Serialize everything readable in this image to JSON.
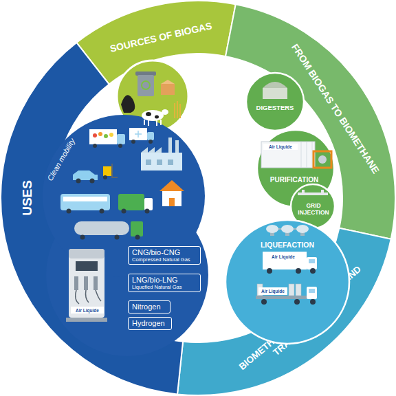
{
  "diagram": {
    "nodes": [
      {
        "text": [
          "SOURCES OF BIOGAS"
        ]
      },
      {
        "text": [
          "FROM BIOGAS TO BIOMETHANE"
        ]
      },
      {
        "text": [
          "BIOMETHANE CONDITIONING AND TRANSPORTATION"
        ]
      },
      {
        "text": [
          "USES"
        ]
      },
      {
        "text": [
          "DIGESTERS"
        ]
      },
      {
        "text": [
          "PURIFICATION"
        ]
      },
      {
        "text": [
          "GRID INJECTION"
        ]
      },
      {
        "text": [
          "LIQUEFACTION"
        ]
      },
      {
        "text": [
          "Clean mobility"
        ]
      },
      {
        "text": [
          "CNG/bio-CNG",
          "Compressed Natural Gas"
        ]
      },
      {
        "text": [
          "LNG/bio-LNG",
          "Liquefied Natural Gas"
        ]
      },
      {
        "text": [
          "Nitrogen"
        ]
      },
      {
        "text": [
          "Hydrogen"
        ]
      }
    ],
    "labels": [
      "Air Liquide",
      "Air Liquide",
      "Air Liquide",
      "Air Liquide"
    ]
  }
}
